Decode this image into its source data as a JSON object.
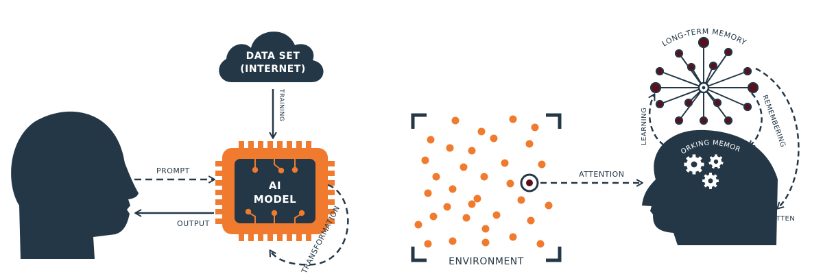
{
  "colors": {
    "navy": "#243746",
    "orange": "#f07a2e",
    "dark_red": "#5a0f1c",
    "white": "#ffffff"
  },
  "left_panel": {
    "cloud_line1": "DATA SET",
    "cloud_line2": "(INTERNET)",
    "training_label": "TRAINING",
    "prompt_label": "PROMPT",
    "output_label": "OUTPUT",
    "chip_line1": "AI",
    "chip_line2": "MODEL",
    "transformation_label": "TRANSFORMATION"
  },
  "middle_panel": {
    "environment_label": "ENVIRONMENT",
    "attention_label": "ATTENTION"
  },
  "right_panel": {
    "long_term_memory_label": "LONG-TERM MEMORY",
    "learning_label": "LEARNING",
    "remembering_label": "REMEMBERING",
    "working_memory_label": "WORKING MEMORY",
    "forgotten_label": "FORGOTTEN"
  }
}
